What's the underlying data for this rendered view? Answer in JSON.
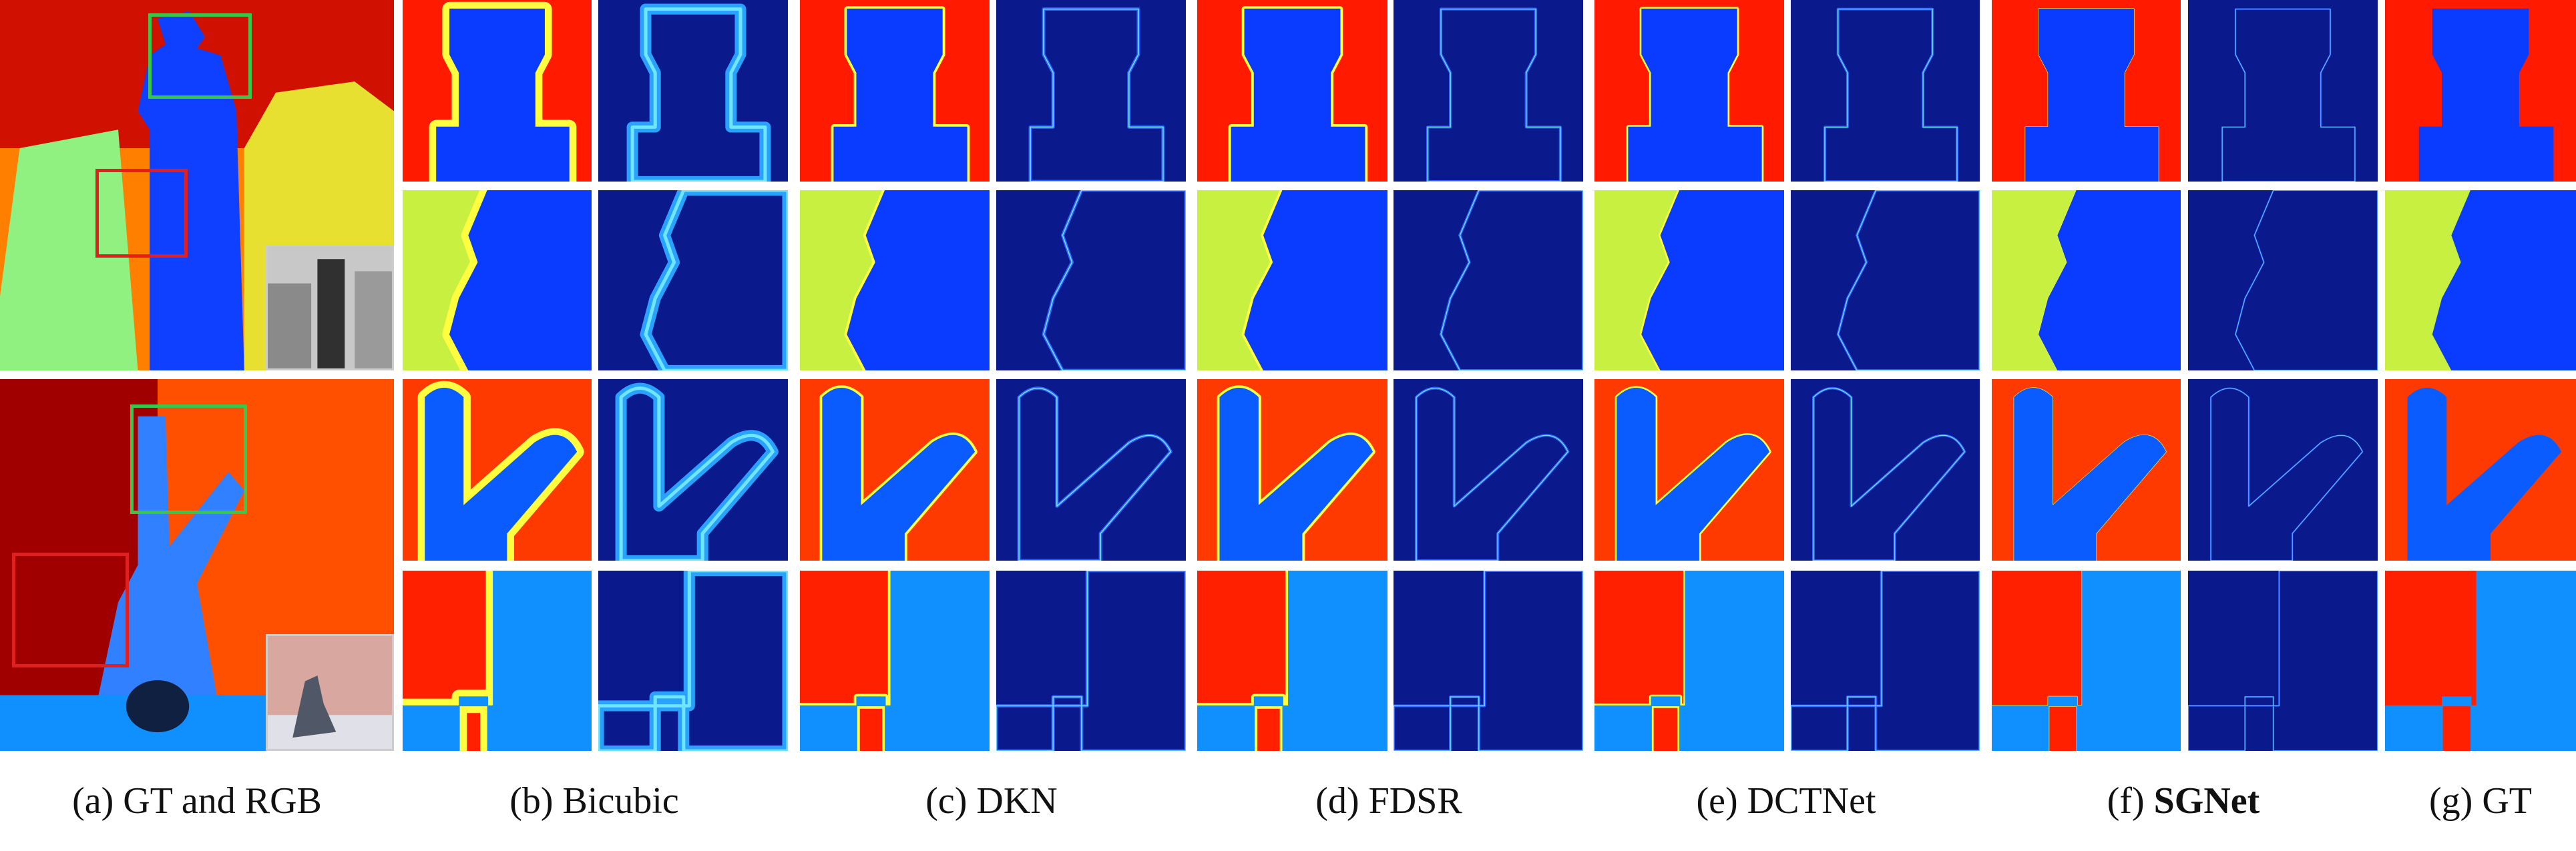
{
  "figure": {
    "columns": [
      {
        "id": "a",
        "prefix": "(a)",
        "method": "GT and RGB",
        "bold": false
      },
      {
        "id": "b",
        "prefix": "(b)",
        "method": "Bicubic",
        "bold": false
      },
      {
        "id": "c",
        "prefix": "(c)",
        "method": "DKN",
        "bold": false
      },
      {
        "id": "d",
        "prefix": "(d)",
        "method": "FDSR",
        "bold": false
      },
      {
        "id": "e",
        "prefix": "(e)",
        "method": "DCTNet",
        "bold": false
      },
      {
        "id": "f",
        "prefix": "(f)",
        "method": "SGNet",
        "bold": true
      },
      {
        "id": "g",
        "prefix": "(g)",
        "method": "GT",
        "bold": false
      }
    ],
    "scenes": [
      {
        "id": "person",
        "crops": [
          "green-head",
          "red-arm"
        ]
      },
      {
        "id": "rabbit",
        "crops": [
          "green-ears",
          "red-block"
        ]
      }
    ],
    "colors": {
      "colormap": [
        "#00008f",
        "#0000ff",
        "#0080ff",
        "#00ffff",
        "#80ff80",
        "#ffff00",
        "#ff8000",
        "#ff0000",
        "#800000"
      ],
      "box_green": "#39c64a",
      "box_red": "#e02020",
      "error_bg": "#0a1a8c"
    }
  }
}
